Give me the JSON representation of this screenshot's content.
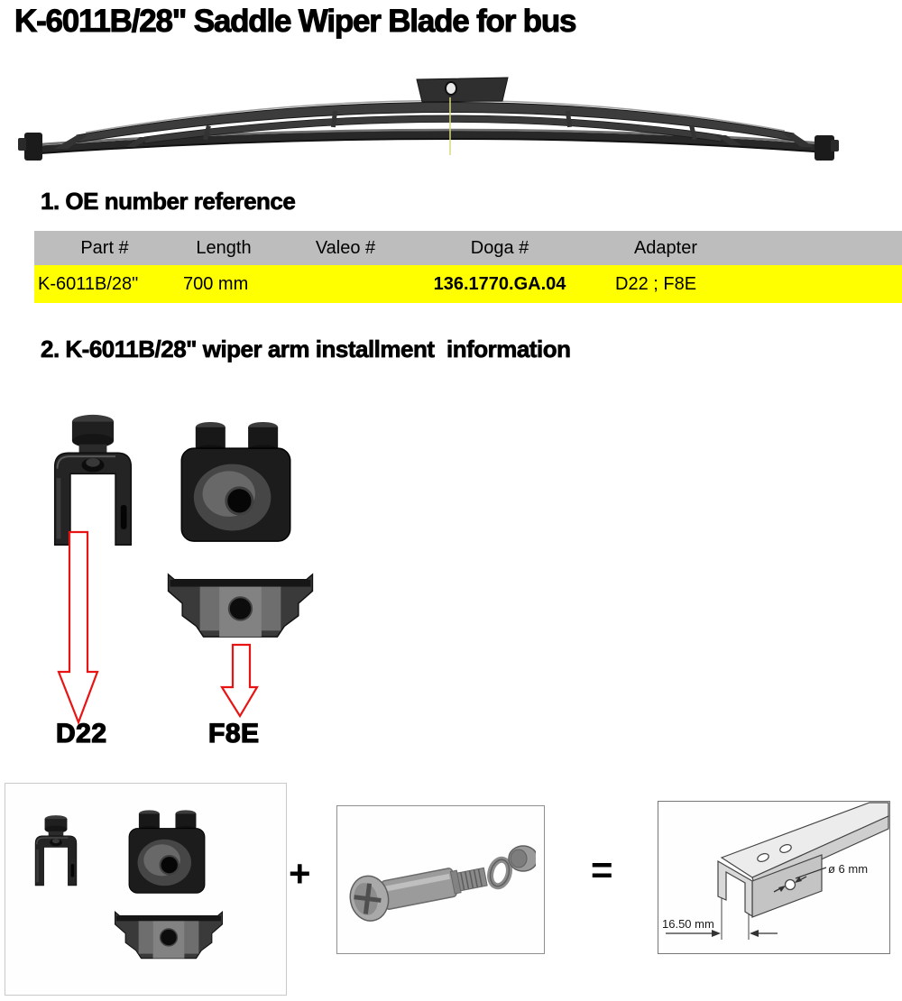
{
  "page": {
    "title": "K-6011B/28\" Saddle Wiper Blade for bus"
  },
  "section1": {
    "heading": "1. OE number reference"
  },
  "oe_table": {
    "headers": [
      "Part #",
      "Length",
      "Valeo #",
      "Doga #",
      "Adapter"
    ],
    "row": {
      "part": "K-6011B/28\"",
      "length": "700 mm",
      "valeo": "",
      "doga": "136.1770.GA.04",
      "adapter": "D22 ; F8E"
    }
  },
  "section2": {
    "heading": "2. K-6011B/28\" wiper arm installment  information"
  },
  "adapters": {
    "d22_label": "D22",
    "f8e_label": "F8E"
  },
  "assembly": {
    "plus": "+",
    "equals": "="
  },
  "diagram": {
    "hole_diameter": "ø 6 mm",
    "channel_width": "16.50 mm"
  },
  "images": {
    "product": "wiper-blade-photo",
    "adapter_1": "d22-bracket-photo",
    "adapter_2": "pin-block-photo",
    "adapter_3": "f8e-adapter-photo",
    "kit": "adapter-kit-photo",
    "hardware": "screw-kit-photo",
    "arm": "wiper-arm-diagram"
  },
  "colors": {
    "table_header_bg": "#bdbdbd",
    "highlight_row_bg": "#ffff00",
    "arrow_red": "#e81414"
  }
}
